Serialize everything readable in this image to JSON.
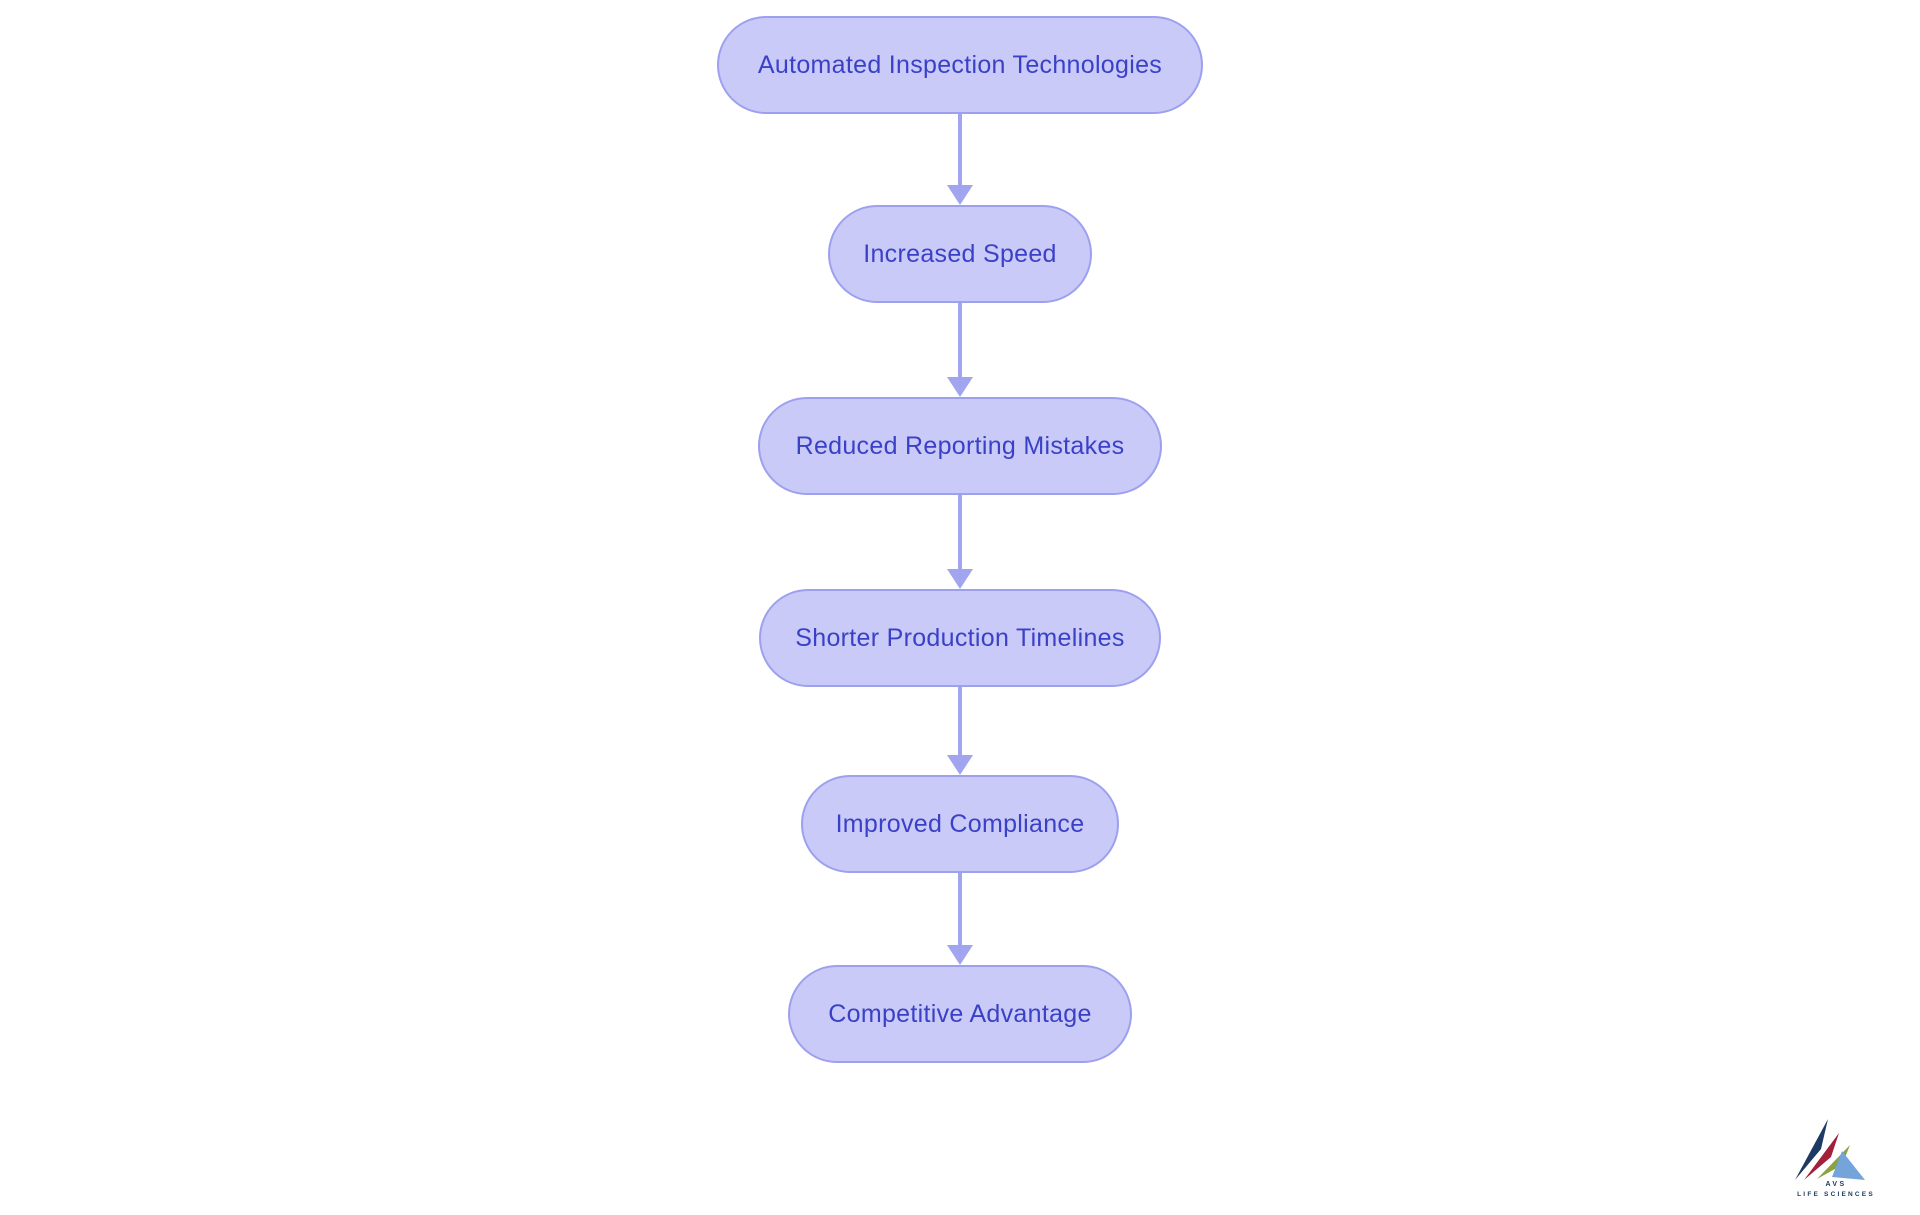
{
  "diagram": {
    "type": "flowchart",
    "direction": "top-down",
    "nodes": [
      {
        "label": "Automated Inspection Technologies"
      },
      {
        "label": "Increased Speed"
      },
      {
        "label": "Reduced Reporting Mistakes"
      },
      {
        "label": "Shorter Production Timelines"
      },
      {
        "label": "Improved Compliance"
      },
      {
        "label": "Competitive Advantage"
      }
    ],
    "colors": {
      "node_fill": "#c9caf7",
      "node_border": "#9da0ef",
      "node_text": "#3a41c6",
      "arrow": "#a1a5f0",
      "background": "#ffffff"
    }
  },
  "logo": {
    "line1": "AVS",
    "line2": "LIFE SCIENCES",
    "colors": {
      "navy": "#1c3a63",
      "crimson": "#a22039",
      "green": "#8ba23f",
      "light_blue": "#74a4da",
      "text": "#1c3a63"
    }
  }
}
